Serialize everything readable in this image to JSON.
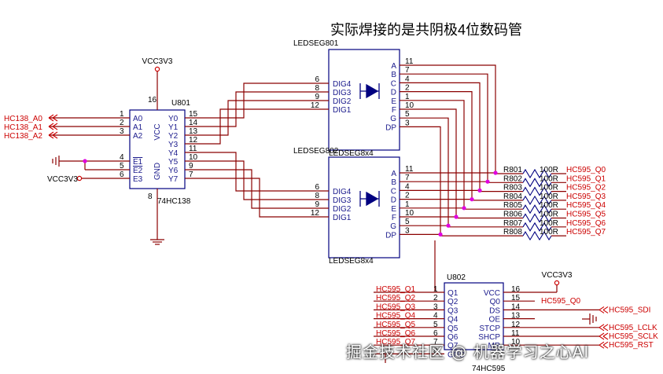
{
  "title": "实际焊接的是共阴极4位数码管",
  "u801": {
    "ref": "U801",
    "part": "74HC138",
    "vcc_net": "VCC3V3",
    "vcc_pin": "16",
    "gnd_pin": "8",
    "left_pins": [
      {
        "num": "1",
        "name": "A0",
        "net": "HC138_A0"
      },
      {
        "num": "2",
        "name": "A1",
        "net": "HC138_A1"
      },
      {
        "num": "3",
        "name": "A2",
        "net": "HC138_A2"
      },
      {
        "num": "4",
        "name": "E1",
        "net": ""
      },
      {
        "num": "5",
        "name": "E2",
        "net": ""
      },
      {
        "num": "6",
        "name": "E3",
        "net": "VCC3V3"
      }
    ],
    "inner_vcc": "VCC",
    "inner_gnd": "GND",
    "right_pins": [
      {
        "num": "15",
        "name": "Y0"
      },
      {
        "num": "14",
        "name": "Y1"
      },
      {
        "num": "13",
        "name": "Y2"
      },
      {
        "num": "12",
        "name": "Y3"
      },
      {
        "num": "11",
        "name": "Y4"
      },
      {
        "num": "10",
        "name": "Y5"
      },
      {
        "num": "9",
        "name": "Y6"
      },
      {
        "num": "7",
        "name": "Y7"
      }
    ]
  },
  "ledseg801": {
    "ref": "LEDSEG801",
    "part": "LEDSEG8x4",
    "dig_pins": [
      {
        "num": "6",
        "name": "DIG4"
      },
      {
        "num": "8",
        "name": "DIG3"
      },
      {
        "num": "9",
        "name": "DIG2"
      },
      {
        "num": "12",
        "name": "DIG1"
      }
    ],
    "seg_pins": [
      {
        "num": "11",
        "name": "A"
      },
      {
        "num": "7",
        "name": "B"
      },
      {
        "num": "4",
        "name": "C"
      },
      {
        "num": "2",
        "name": "D"
      },
      {
        "num": "1",
        "name": "E"
      },
      {
        "num": "10",
        "name": "F"
      },
      {
        "num": "5",
        "name": "G"
      },
      {
        "num": "3",
        "name": "DP"
      }
    ]
  },
  "ledseg802": {
    "ref": "LEDSEG802",
    "part": "LEDSEG8x4",
    "dig_pins": [
      {
        "num": "6",
        "name": "DIG4"
      },
      {
        "num": "8",
        "name": "DIG3"
      },
      {
        "num": "9",
        "name": "DIG2"
      },
      {
        "num": "12",
        "name": "DIG1"
      }
    ],
    "seg_pins": [
      {
        "num": "11",
        "name": "A"
      },
      {
        "num": "7",
        "name": "B"
      },
      {
        "num": "4",
        "name": "C"
      },
      {
        "num": "2",
        "name": "D"
      },
      {
        "num": "1",
        "name": "E"
      },
      {
        "num": "10",
        "name": "F"
      },
      {
        "num": "5",
        "name": "G"
      },
      {
        "num": "3",
        "name": "DP"
      }
    ]
  },
  "resistors": [
    {
      "ref": "R801",
      "value": "100R",
      "net": "HC595_Q0"
    },
    {
      "ref": "R802",
      "value": "100R",
      "net": "HC595_Q1"
    },
    {
      "ref": "R803",
      "value": "100R",
      "net": "HC595_Q2"
    },
    {
      "ref": "R804",
      "value": "100R",
      "net": "HC595_Q3"
    },
    {
      "ref": "R805",
      "value": "100R",
      "net": "HC595_Q4"
    },
    {
      "ref": "R806",
      "value": "100R",
      "net": "HC595_Q5"
    },
    {
      "ref": "R807",
      "value": "100R",
      "net": "HC595_Q6"
    },
    {
      "ref": "R808",
      "value": "100R",
      "net": "HC595_Q7"
    }
  ],
  "u802": {
    "ref": "U802",
    "part": "74HC595",
    "vcc_net": "VCC3V3",
    "left_pins": [
      {
        "num": "1",
        "name": "Q1",
        "net": "HC595_Q1"
      },
      {
        "num": "2",
        "name": "Q2",
        "net": "HC595_Q2"
      },
      {
        "num": "3",
        "name": "Q3",
        "net": "HC595_Q3"
      },
      {
        "num": "4",
        "name": "Q4",
        "net": "HC595_Q4"
      },
      {
        "num": "5",
        "name": "Q5",
        "net": "HC595_Q5"
      },
      {
        "num": "6",
        "name": "Q6",
        "net": "HC595_Q6"
      },
      {
        "num": "7",
        "name": "Q7",
        "net": "HC595_Q7"
      },
      {
        "num": "8",
        "name": "GND",
        "net": ""
      }
    ],
    "right_pins": [
      {
        "num": "16",
        "name": "VCC",
        "net": ""
      },
      {
        "num": "15",
        "name": "Q0",
        "net": "HC595_Q0"
      },
      {
        "num": "14",
        "name": "DS",
        "net": "HC595_SDI"
      },
      {
        "num": "13",
        "name": "OE",
        "net": ""
      },
      {
        "num": "12",
        "name": "STCP",
        "net": "HC595_LCLK"
      },
      {
        "num": "11",
        "name": "SHCP",
        "net": "HC595_SCLK"
      },
      {
        "num": "10",
        "name": "MR",
        "net": "HC595_RST"
      }
    ]
  },
  "watermark": "掘金技术社区 @ 机器学习之心AI",
  "colors": {
    "wire": "#8b0000",
    "body": "#000080",
    "label": "#1a1a8c",
    "net": "#cc0000",
    "junction": "#e000e0",
    "led": "#000080"
  }
}
